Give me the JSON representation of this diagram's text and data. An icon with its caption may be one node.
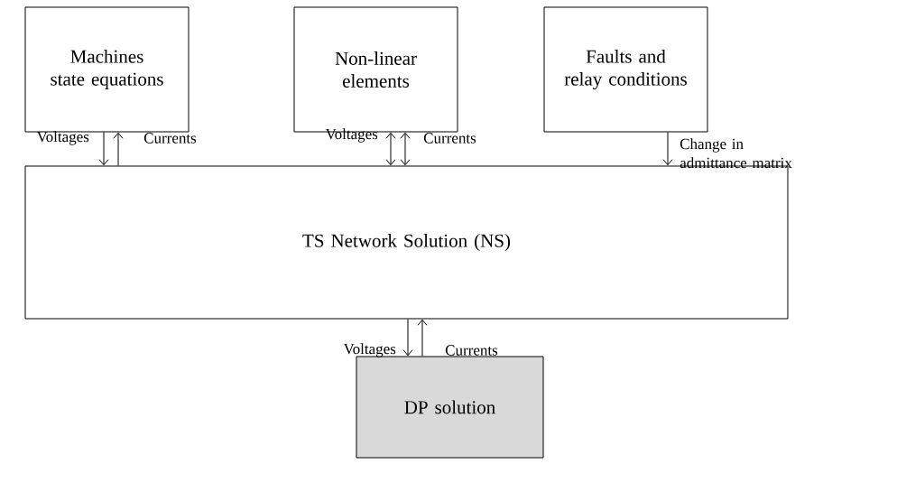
{
  "diagram": {
    "nodes": [
      {
        "text": [
          "Machines state equations"
        ]
      },
      {
        "text": [
          "Non-linear elements"
        ]
      },
      {
        "text": [
          "Faults and relay conditions"
        ]
      },
      {
        "text": [
          "TS Network Solution (NS)"
        ]
      },
      {
        "text": [
          "DP solution"
        ]
      }
    ],
    "edges": [
      {
        "from": 0,
        "to": 3,
        "arrow": "to",
        "label": "Voltages"
      },
      {
        "from": 3,
        "to": 0,
        "arrow": "to",
        "label": "Currents"
      },
      {
        "from": 1,
        "to": 3,
        "arrow": "both",
        "label": "Voltages"
      },
      {
        "from": 1,
        "to": 3,
        "arrow": "both",
        "label": "Currents"
      },
      {
        "from": 2,
        "to": 3,
        "arrow": "to",
        "label": "Change in admittance matrix"
      },
      {
        "from": 3,
        "to": 4,
        "arrow": "to",
        "label": "Voltages"
      },
      {
        "from": 4,
        "to": 3,
        "arrow": "to",
        "label": "Currents"
      }
    ]
  }
}
